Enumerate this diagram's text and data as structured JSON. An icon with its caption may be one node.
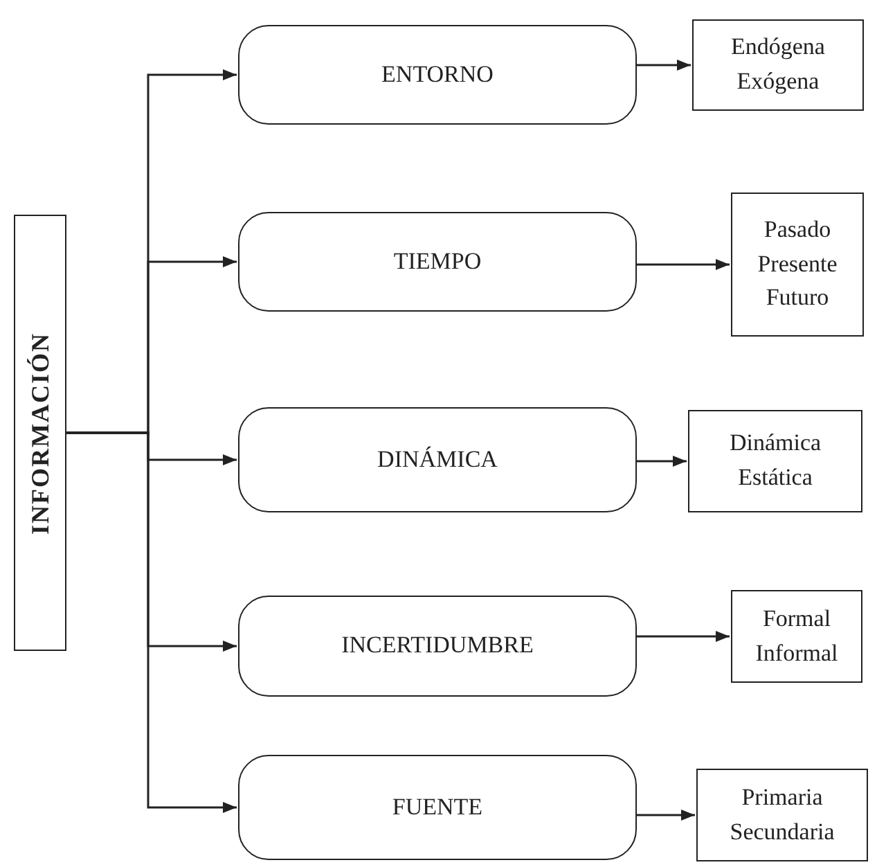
{
  "diagram": {
    "nodes": [
      {
        "text": [
          "INFORMACIÓN"
        ]
      },
      {
        "text": [
          "ENTORNO"
        ]
      },
      {
        "text": [
          "TIEMPO"
        ]
      },
      {
        "text": [
          "DINÁMICA"
        ]
      },
      {
        "text": [
          "INCERTIDUMBRE"
        ]
      },
      {
        "text": [
          "FUENTE"
        ]
      },
      {
        "text": [
          "Endógena",
          "Exógena"
        ]
      },
      {
        "text": [
          "Pasado",
          "Presente",
          "Futuro"
        ]
      },
      {
        "text": [
          "Dinámica",
          "Estática"
        ]
      },
      {
        "text": [
          "Formal",
          "Informal"
        ]
      },
      {
        "text": [
          "Primaria",
          "Secundaria"
        ]
      }
    ],
    "edges": [
      {
        "from": 0,
        "to": 1,
        "arrow": "to"
      },
      {
        "from": 0,
        "to": 2,
        "arrow": "to"
      },
      {
        "from": 0,
        "to": 3,
        "arrow": "to"
      },
      {
        "from": 0,
        "to": 4,
        "arrow": "to"
      },
      {
        "from": 0,
        "to": 5,
        "arrow": "to"
      },
      {
        "from": 1,
        "to": 6,
        "arrow": "to"
      },
      {
        "from": 2,
        "to": 7,
        "arrow": "to"
      },
      {
        "from": 3,
        "to": 8,
        "arrow": "to"
      },
      {
        "from": 4,
        "to": 9,
        "arrow": "to"
      },
      {
        "from": 5,
        "to": 10,
        "arrow": "to"
      }
    ]
  }
}
